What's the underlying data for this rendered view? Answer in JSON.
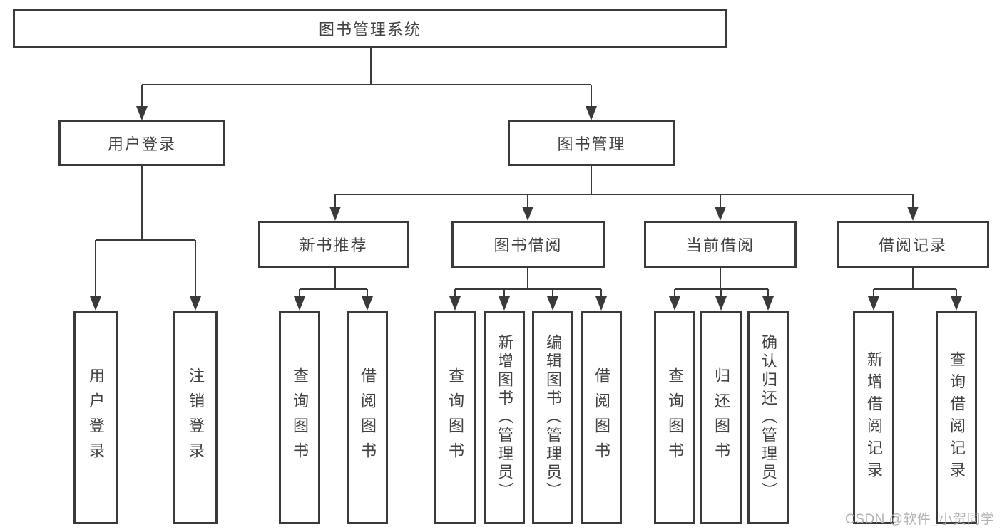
{
  "diagram": {
    "root": "图书管理系统",
    "branches": [
      {
        "label": "用户登录",
        "children": [
          "用户登录",
          "注销登录"
        ]
      },
      {
        "label": "图书管理",
        "sections": [
          {
            "label": "新书推荐",
            "children": [
              "查询图书",
              "借阅图书"
            ]
          },
          {
            "label": "图书借阅",
            "children": [
              "查询图书",
              "新增图书（管理员）",
              "编辑图书（管理员）",
              "借阅图书"
            ]
          },
          {
            "label": "当前借阅",
            "children": [
              "查询图书",
              "归还图书",
              "确认归还（管理员）"
            ]
          },
          {
            "label": "借阅记录",
            "children": [
              "新增借阅记录",
              "查询借阅记录"
            ]
          }
        ]
      }
    ]
  },
  "watermark": "CSDN @软件_小贺同学",
  "colors": {
    "line": "#3a3a3a",
    "text": "#424242",
    "watermark": "#b2b2b2",
    "background": "#ffffff"
  }
}
